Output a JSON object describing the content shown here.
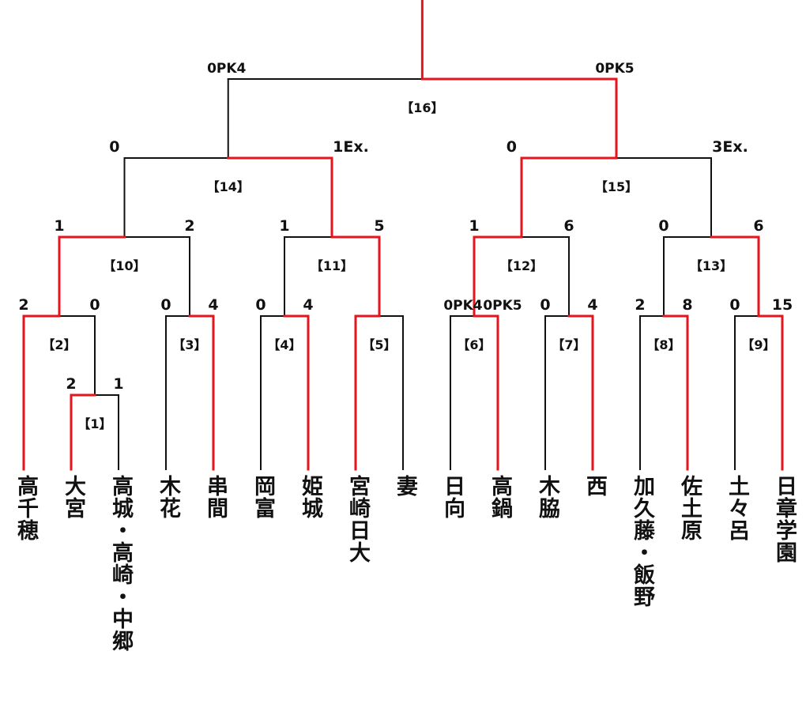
{
  "style": {
    "win_color": "#e8141c",
    "lose_color": "#111111"
  },
  "teams": [
    "高千穂",
    "大宮",
    "高城・高崎・中郷",
    "木花",
    "串間",
    "岡富",
    "姫城",
    "宮崎日大",
    "妻",
    "日向",
    "高鍋",
    "木脇",
    "西",
    "加久藤・飯野",
    "佐土原",
    "土々呂",
    "日章学園"
  ],
  "matches": [
    {
      "id": "m1",
      "label": "【1】",
      "a": "高城・高崎・中郷",
      "b": "大宮",
      "score_a": "1",
      "score_b": "2",
      "winner": "b"
    },
    {
      "id": "m2",
      "label": "【2】",
      "a": "高千穂",
      "b": "m1",
      "score_a": "2",
      "score_b": "0",
      "winner": "a"
    },
    {
      "id": "m3",
      "label": "【3】",
      "a": "木花",
      "b": "串間",
      "score_a": "0",
      "score_b": "4",
      "winner": "b"
    },
    {
      "id": "m4",
      "label": "【4】",
      "a": "岡富",
      "b": "姫城",
      "score_a": "0",
      "score_b": "4",
      "winner": "b"
    },
    {
      "id": "m5",
      "label": "【5】",
      "a": "宮崎日大",
      "b": "妻",
      "score_a": "",
      "score_b": "",
      "winner": "a"
    },
    {
      "id": "m6",
      "label": "【6】",
      "a": "日向",
      "b": "高鍋",
      "score_a": "0PK4",
      "score_b": "0PK5",
      "winner": "b"
    },
    {
      "id": "m7",
      "label": "【7】",
      "a": "木脇",
      "b": "西",
      "score_a": "0",
      "score_b": "4",
      "winner": "b"
    },
    {
      "id": "m8",
      "label": "【8】",
      "a": "加久藤・飯野",
      "b": "佐土原",
      "score_a": "2",
      "score_b": "8",
      "winner": "b"
    },
    {
      "id": "m9",
      "label": "【9】",
      "a": "土々呂",
      "b": "日章学園",
      "score_a": "0",
      "score_b": "15",
      "winner": "b"
    },
    {
      "id": "m10",
      "label": "【10】",
      "a": "m2",
      "b": "m3",
      "score_a": "1",
      "score_b": "2",
      "winner": "a"
    },
    {
      "id": "m11",
      "label": "【11】",
      "a": "m4",
      "b": "m5",
      "score_a": "1",
      "score_b": "5",
      "winner": "b"
    },
    {
      "id": "m12",
      "label": "【12】",
      "a": "m6",
      "b": "m7",
      "score_a": "1",
      "score_b": "6",
      "winner": "a"
    },
    {
      "id": "m13",
      "label": "【13】",
      "a": "m8",
      "b": "m9",
      "score_a": "0",
      "score_b": "6",
      "winner": "b"
    },
    {
      "id": "m14",
      "label": "【14】",
      "a": "m10",
      "b": "m11",
      "score_a": "0",
      "score_b": "1Ex.",
      "winner": "b"
    },
    {
      "id": "m15",
      "label": "【15】",
      "a": "m12",
      "b": "m13",
      "score_a": "0",
      "score_b": "3Ex.",
      "winner": "a"
    },
    {
      "id": "m16",
      "label": "【16】",
      "a": "m14",
      "b": "m15",
      "score_a": "0PK4",
      "score_b": "0PK5",
      "winner": "b"
    }
  ]
}
